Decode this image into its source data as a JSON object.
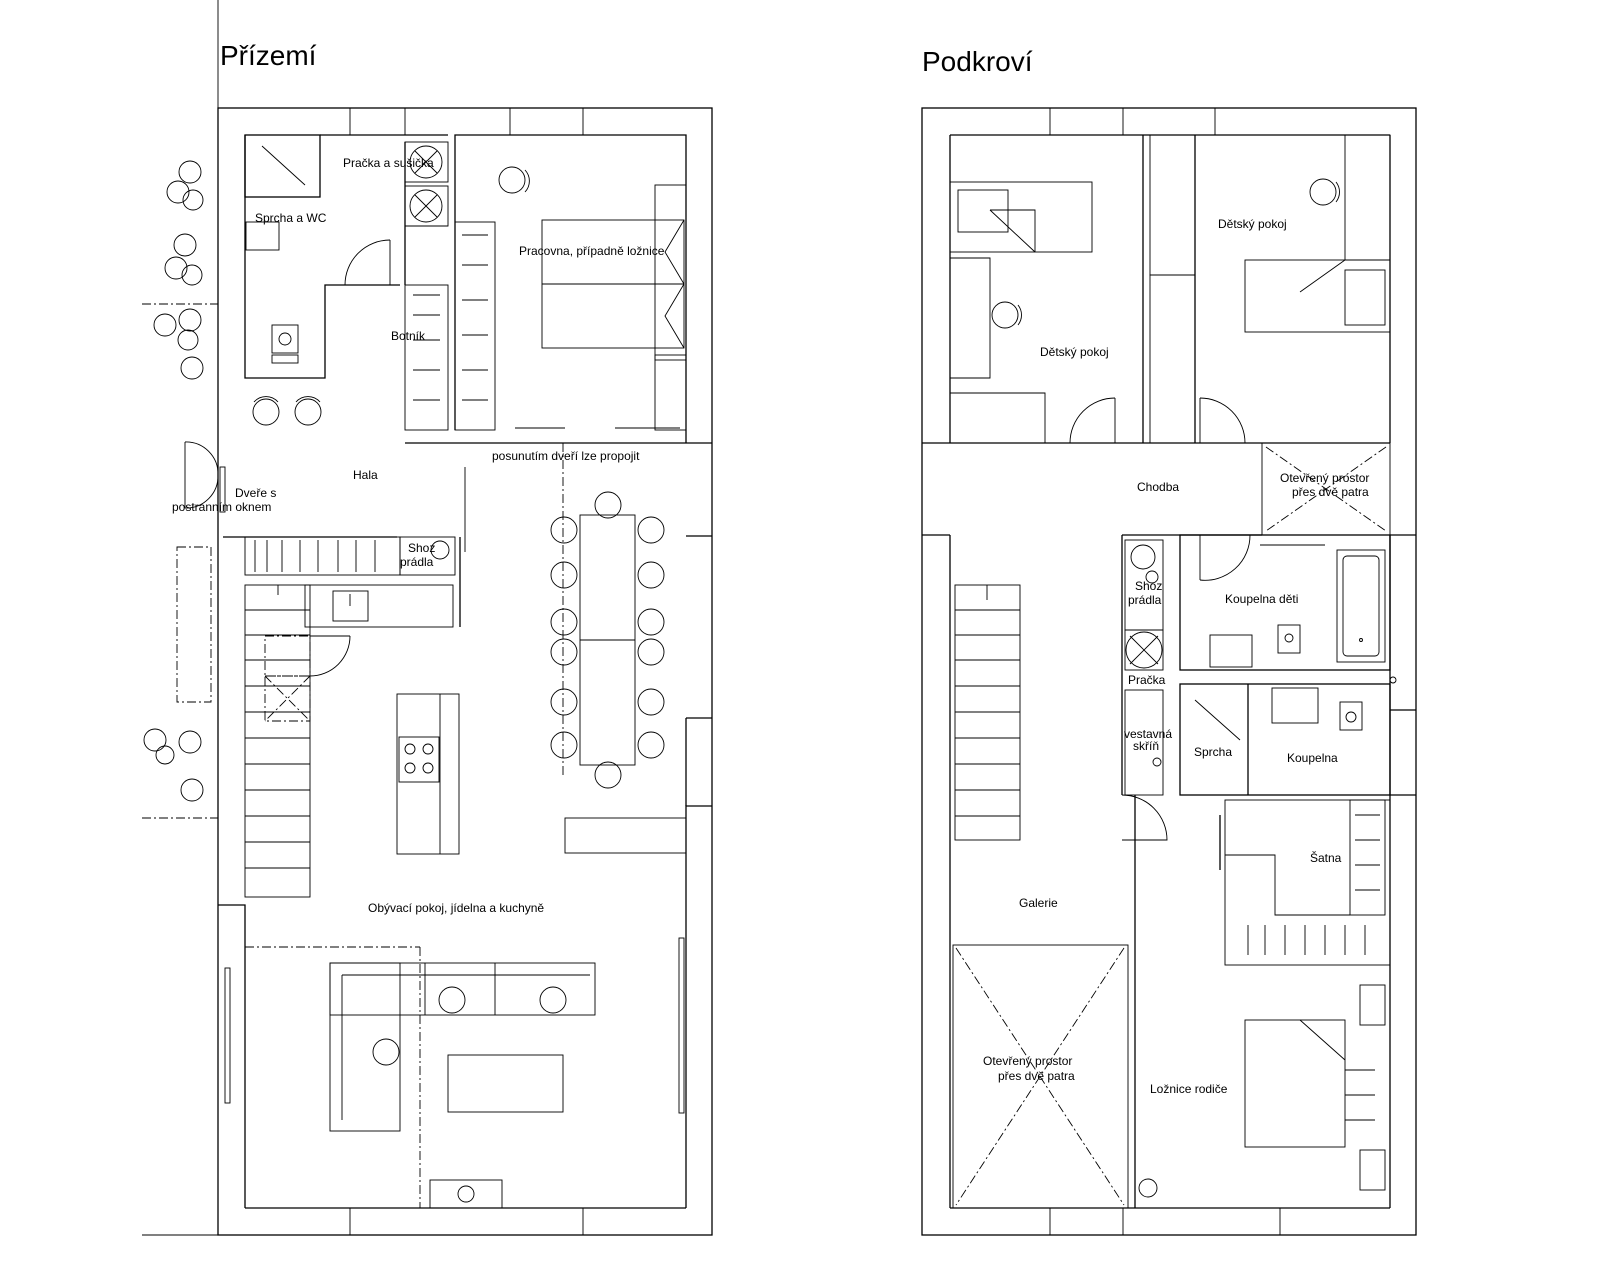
{
  "headings": {
    "ground_floor": "Přízemí",
    "attic": "Podkroví"
  },
  "ground_floor": {
    "labels": {
      "washer_dryer": "Pračka a sušička",
      "shower_wc": "Sprcha a WC",
      "study": "Pracovna, případně ložnice",
      "shoe_closet": "Botník",
      "sliding_door_note": "posunutím dveří lze propojit",
      "hall": "Hala",
      "entry_door_1": "Dveře s",
      "entry_door_2": "postranním oknem",
      "laundry_chute_1": "Shoz",
      "laundry_chute_2": "prádla",
      "living": "Obývací pokoj, jídelna a kuchyně"
    }
  },
  "attic": {
    "labels": {
      "kids_room_a": "Dětský pokoj",
      "kids_room_b": "Dětský pokoj",
      "corridor": "Chodba",
      "open_space_top_1": "Otevřený prostor",
      "open_space_top_2": "přes dvě patra",
      "laundry_chute_1": "Shoz",
      "laundry_chute_2": "prádla",
      "kids_bathroom": "Koupelna děti",
      "washer": "Pračka",
      "built_in_1": "vestavná",
      "built_in_2": "skříň",
      "shower": "Sprcha",
      "bathroom": "Koupelna",
      "wardrobe": "Šatna",
      "gallery": "Galerie",
      "open_space_bottom_1": "Otevřený prostor",
      "open_space_bottom_2": "přes dvě patra",
      "parents_bedroom": "Ložnice rodiče"
    }
  }
}
